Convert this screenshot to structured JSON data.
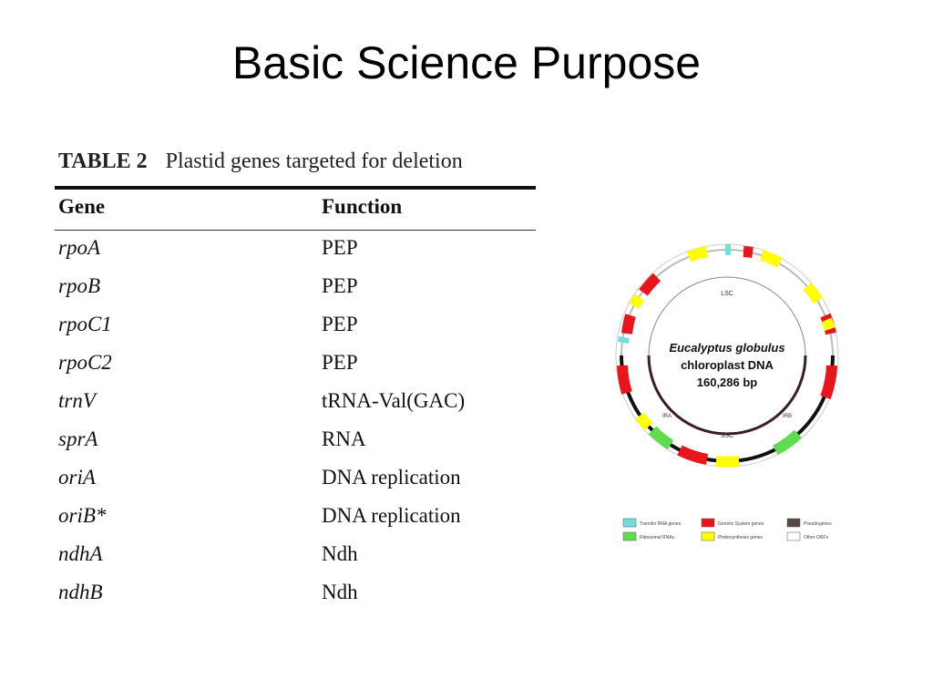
{
  "title": "Basic Science Purpose",
  "table": {
    "label": "TABLE 2",
    "caption": "Plastid genes targeted for deletion",
    "headers": [
      "Gene",
      "Function"
    ],
    "rows": [
      {
        "gene": "rpoA",
        "function": "PEP"
      },
      {
        "gene": "rpoB",
        "function": "PEP"
      },
      {
        "gene": "rpoC1",
        "function": "PEP"
      },
      {
        "gene": "rpoC2",
        "function": "PEP"
      },
      {
        "gene": "trnV",
        "function": "tRNA-Val(GAC)"
      },
      {
        "gene": "sprA",
        "function": "RNA"
      },
      {
        "gene": "oriA",
        "function": "DNA replication"
      },
      {
        "gene": "oriB*",
        "function": "DNA replication"
      },
      {
        "gene": "ndhA",
        "function": "Ndh"
      },
      {
        "gene": "ndhB",
        "function": "Ndh"
      }
    ]
  },
  "genome_map": {
    "organism": "Eucalyptus globulus",
    "molecule": "chloroplast DNA",
    "size": "160,286 bp",
    "region_lsc": "LSC",
    "region_ssc": "SSC",
    "region_ira": "IRA",
    "region_irb": "IRB",
    "legend": [
      {
        "label": "Transfer RNA genes",
        "color": "#6fe0d8"
      },
      {
        "label": "Genetic System genes",
        "color": "#e8161c"
      },
      {
        "label": "Pseudogenes",
        "color": "#5a4646"
      },
      {
        "label": "Ribosomal RNAs",
        "color": "#5fdc4f"
      },
      {
        "label": "Photosynthesis genes",
        "color": "#ffff00"
      },
      {
        "label": "Other ORFs",
        "color": "#ffffff"
      }
    ]
  }
}
